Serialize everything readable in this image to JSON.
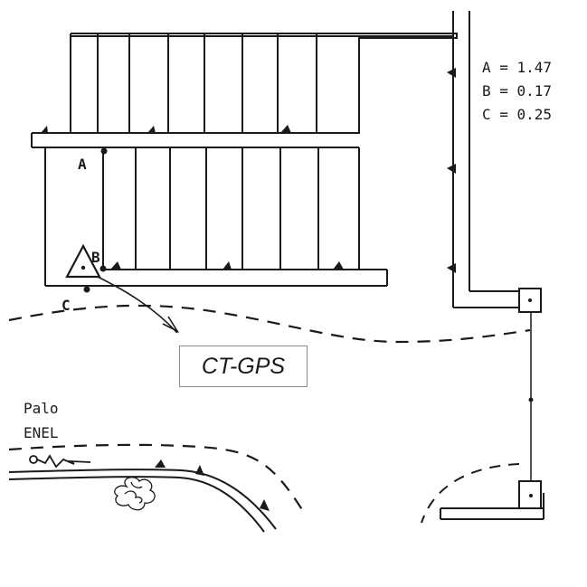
{
  "measurements": [
    {
      "label": "A",
      "text": "A = 1.47"
    },
    {
      "label": "B",
      "text": "B = 0.17"
    },
    {
      "label": "C",
      "text": "C = 0.25"
    }
  ],
  "points": {
    "a": "A",
    "b": "B",
    "c": "C"
  },
  "station_label": "CT-GPS",
  "pole_label": {
    "line1": "Palo",
    "line2": "ENEL"
  }
}
